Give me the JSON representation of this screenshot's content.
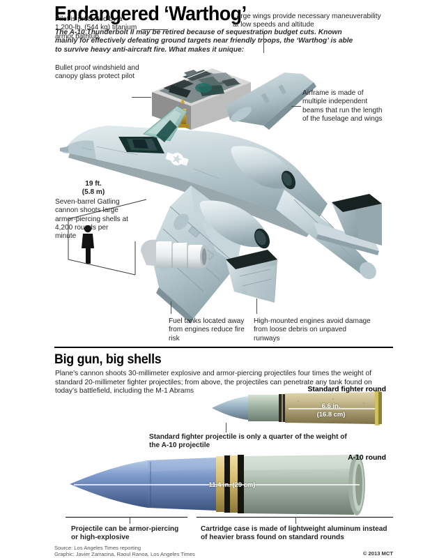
{
  "header": {
    "title": "Endangered ‘Warthog’",
    "subtitle": "The A-10 Thunderbolt II may be retired because of sequestration budget cuts. Known mainly for effectively defeating ground targets near friendly troops, the ‘Warthog’ is able to survive heavy anti-aircraft fire. What makes it unique:"
  },
  "aircraft_callouts": {
    "armor_bathtub": "Pilot is protected by a 1,200-lb. (544 kg) titanium armor bathtub",
    "windshield": "Bullet proof windshield and canopy glass protect pilot",
    "wings": "Large wings provide necessary maneuverability at low speeds and altitude",
    "airframe": "Airframe is made of multiple independent beams that run the length of the fuselage and wings",
    "gun": "Seven-barrel Gatling cannon shoots large armor-piercing shells at 4,200 rounds per minute",
    "fuel": "Fuel tanks located away from engines reduce fire risk",
    "engines": "High-mounted engines avoid damage from loose debris on unpaved runways",
    "gun_dimension_line1": "19 ft.",
    "gun_dimension_line2": "(5.8 m)"
  },
  "guns_section": {
    "heading": "Big gun, big shells",
    "body": "Plane’s cannon shoots 30-millimeter explosive and armor-piercing projectiles four times the weight of standard 20-millimeter fighter projectiles; from above, the projectiles can penetrate any tank found on today’s battlefield, including the M-1 Abrams",
    "standard_round_label": "Standard fighter round",
    "standard_round_dim_line1": "6.6 in.",
    "standard_round_dim_line2": "(16.8 cm)",
    "standard_round_note": "Standard fighter projectile is only a quarter of the weight of the A-10 projectile",
    "a10_round_label": "A-10 round",
    "a10_round_dim": "11.4 in. (29 cm)",
    "projectile_note": "Projectile can be armor-piercing or high-explosive",
    "cartridge_note": "Cartridge case is made of lightweight aluminum instead of heavier brass found on standard rounds"
  },
  "footer": {
    "source": "Source: Los Angeles Times reporting",
    "graphic": "Graphic: Javier Zarracina, Raoul Ranoa, Los Angeles Times",
    "copyright": "© 2013 MCT"
  },
  "colors": {
    "text": "#231f20",
    "rule": "#000000",
    "aircraft_body": "#c3d3d8",
    "aircraft_shadow": "#8fa5ac",
    "canopy_glass": "#2e6b63",
    "bathtub_box": "#b0b0b0",
    "std_projectile": "#9db0a0",
    "std_case": "#b9ad86",
    "a10_projectile": "#6f8dc4",
    "a10_case": "#b9c6bb",
    "band_gold": "#d8c07a",
    "band_dark": "#1d1d1d"
  }
}
